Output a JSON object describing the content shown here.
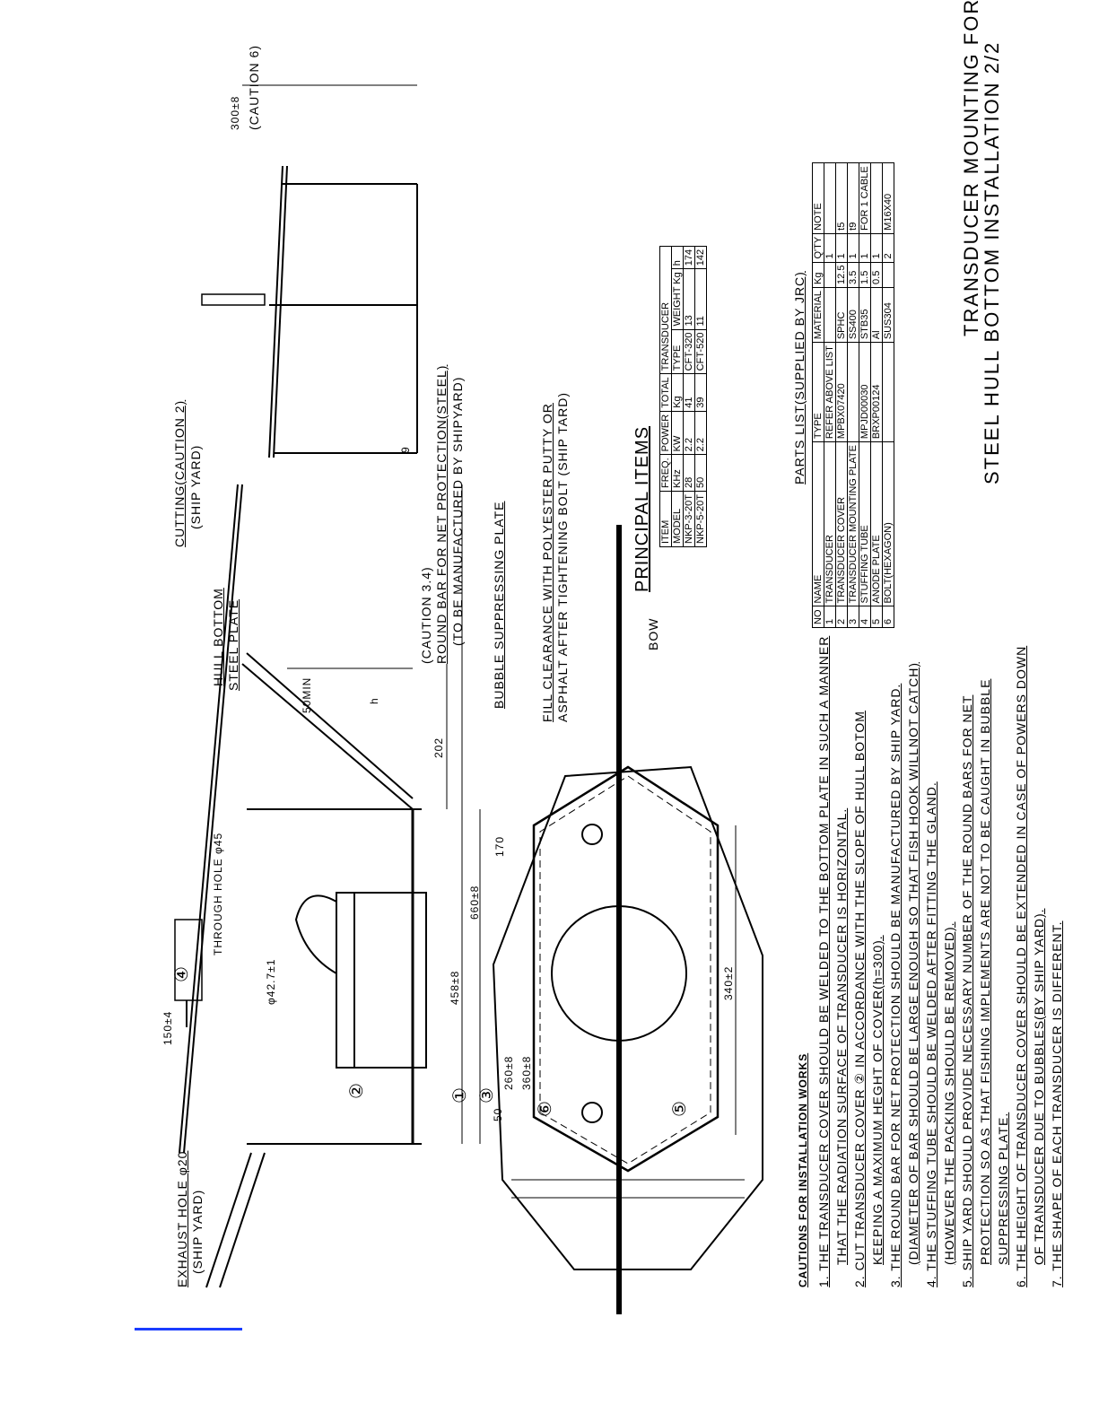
{
  "labels": {
    "exhaust_hole": "EXHAUST HOLE φ20",
    "exhaust_hole_sub": "(SHIP YARD)",
    "through_hole": "THROUGH HOLE φ45",
    "cutting": "CUTTING(CAUTION 2)",
    "cutting_sub": "(SHIP YARD)",
    "hull_bottom": "HULL BOTTOM",
    "hull_bottom_2": "STEEL PLATE",
    "caution_34": "(CAUTION 3.4)",
    "round_bar": "ROUND BAR FOR NET PROTECTION(STEEL)",
    "round_bar_sub": "(TO BE MANUFACTURED BY SHIPYARD)",
    "bubble_plate": "BUBBLE SUPPRESSING PLATE",
    "fill_clearance": "FILL CLEARANCE WITH POLYESTER PUTTY OR",
    "fill_clearance_sub": "ASPHALT AFTER TIGHTENING BOLT (SHIP TARD)",
    "bow": "BOW",
    "caution_6": "(CAUTION 6)"
  },
  "dimensions": {
    "d150": "150±4",
    "d42": "φ42.7±1",
    "d458": "458±8",
    "d660": "660±8",
    "d202": "202",
    "d50min": "50MIN",
    "dh": "h",
    "d9": "9",
    "d300": "300±8",
    "d170": "170",
    "d340": "340±2",
    "d50": "50",
    "d260": "260±8",
    "d360": "360±8"
  },
  "callouts": [
    "①",
    "②",
    "③",
    "④",
    "⑤",
    "⑥"
  ],
  "principal": {
    "title": "PRINCIPAL ITEMS",
    "h_item": "ITEM",
    "h_model": "MODEL",
    "h_freq": "FREQ.",
    "h_freq_u": "KHz",
    "h_power": "POWER",
    "h_power_u": "KW",
    "h_total": "TOTAL",
    "h_total_u": "Kɡ",
    "h_transducer": "TRANSDUCER",
    "h_type": "TYPE",
    "h_weight": "WEIGHT Kɡ",
    "h_h": "h",
    "rows": [
      [
        "NKP-3-20T",
        "28",
        "2.2",
        "41",
        "CFT-320",
        "13",
        "174"
      ],
      [
        "NKP-5-20T",
        "50",
        "2.2",
        "39",
        "CFT-520",
        "11",
        "142"
      ]
    ]
  },
  "parts": {
    "title": "PARTS LIST(SUPPLIED BY JRC)",
    "headers": [
      "NO",
      "NAME",
      "TYPE",
      "MATERIAL",
      "Kɡ",
      "Q'TY",
      "NOTE"
    ],
    "rows": [
      [
        "1",
        "TRANSDUCER",
        "REFER ABOVE LIST",
        "",
        "",
        "1",
        ""
      ],
      [
        "2",
        "TRANSDUCER COVER",
        "MPBX07420",
        "SPHC",
        "12.5",
        "1",
        "t5"
      ],
      [
        "3",
        "TRANSDUCER MOUNTING PLATE",
        "",
        "SS400",
        "3.5",
        "1",
        "t9"
      ],
      [
        "4",
        "STUFFING TUBE",
        "MPJD00030",
        "STB35",
        "1.5",
        "1",
        "FOR 1 CABLE"
      ],
      [
        "5",
        "ANODE PLATE",
        "BRXP00124",
        "Al",
        "0.5",
        "1",
        ""
      ],
      [
        "6",
        "BOLT(HEXAGON)",
        "",
        "SUS304",
        "",
        "2",
        "M16X40"
      ]
    ]
  },
  "cautions": {
    "title": "CAUTIONS FOR INSTALLATION WORKS",
    "lines": [
      "1. THE TRANSDUCER COVER SHOULD BE WELDED TO THE BOTTOM PLATE IN SUCH A MANNER",
      "THAT THE RADIATION SURFACE OF TRANSDUCER IS HORIZONTAL.",
      "2. CUT TRANSDUCER COVER ② IN ACCORDANCE WITH THE SLOPE OF HULL BOTOM",
      "KEEPING A MAXIMUM HEGHT OF COVER(h=300).",
      "3. THE ROUND BAR FOR NET PROTECTION SHOULD BE MANUFACTURED BY SHIP YARD.",
      "(DIAMETER OF BAR SHOULD BE LARGE ENOUGH SO THAT FISH HOOK WILLNOT CATCH)",
      "4. THE STUFFING TUBE SHOULD BE WELDED AFTER FITTING THE GLAND.",
      "(HOWEVER THE PACKING SHOULD BE REMOVED).",
      "5. SHIP YARD SHOULD PROVIDE NECESSARY NUMBER OF THE ROUND BARS FOR NET",
      "PROTECTION SO AS THAT FISHING IMPLEMENTS ARE NOT TO BE CAUGHT IN BUBBLE",
      "SUPPRESSING PLATE.",
      "6. THE HEIGHT OF TRANSDUCER COVER SHOULD BE EXTENDED IN CASE OF POWERS DOWN",
      "OF TRANSDUCER DUE TO BUBBLES(BY SHIP YARD).",
      "7. THE SHAPE OF EACH TRANSDUCER IS DIFFERENT."
    ]
  },
  "title": {
    "line1": "TRANSDUCER MOUNTING FOR",
    "line2": "STEEL HULL BOTTOM INSTALLATION 2/2"
  }
}
